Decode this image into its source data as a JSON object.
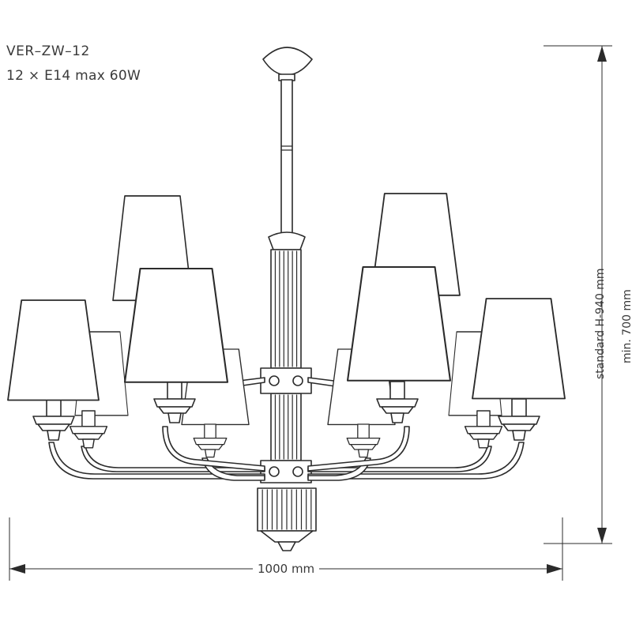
{
  "product": {
    "model": "VER–ZW–12",
    "spec": "12 × E14 max 60W"
  },
  "dimensions": {
    "width": "1000 mm",
    "height_standard": "standard H-940 mm",
    "height_min": "min. 700 mm"
  },
  "colors": {
    "line": "#2b2b2b",
    "text": "#3a3a3a",
    "background": "#ffffff"
  }
}
